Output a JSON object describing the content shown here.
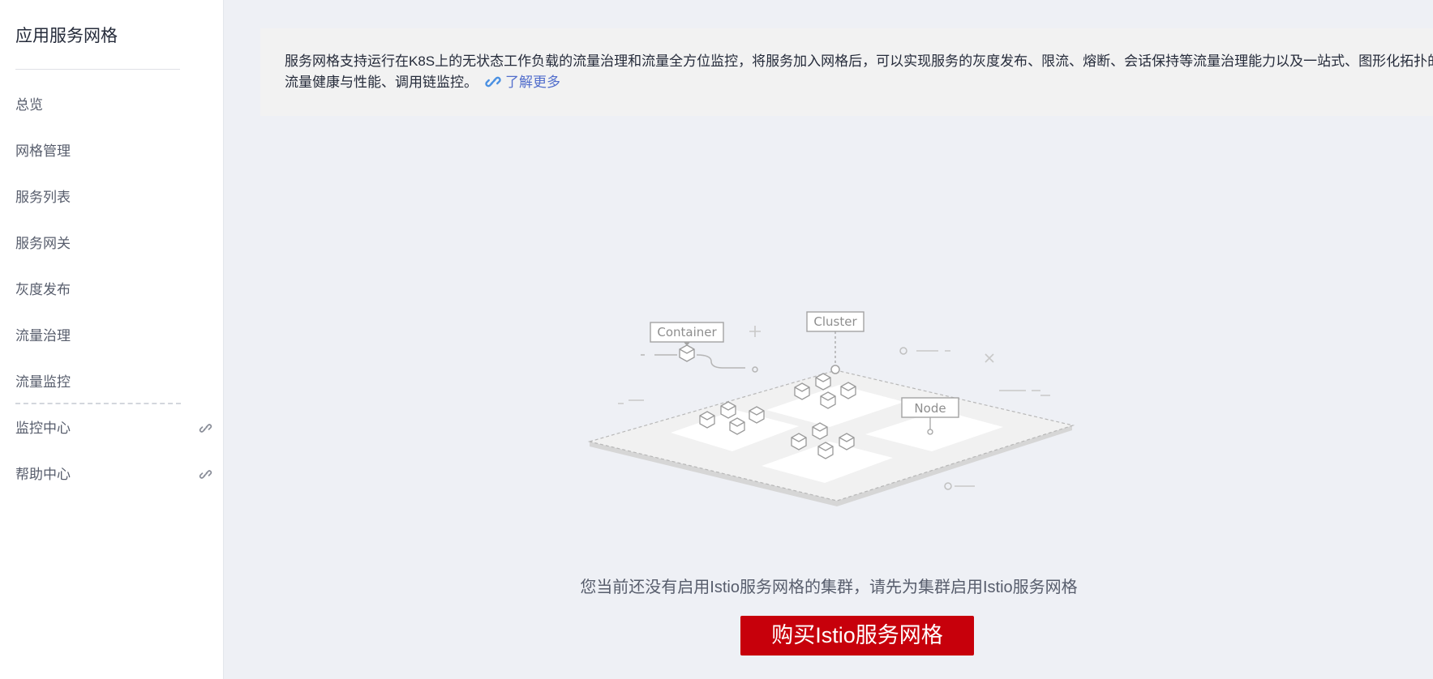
{
  "sidebar": {
    "title": "应用服务网格",
    "items": [
      {
        "label": "总览"
      },
      {
        "label": "网格管理"
      },
      {
        "label": "服务列表"
      },
      {
        "label": "服务网关"
      },
      {
        "label": "灰度发布"
      },
      {
        "label": "流量治理"
      },
      {
        "label": "流量监控"
      },
      {
        "label": "监控中心",
        "icon": "external-link-icon"
      },
      {
        "label": "帮助中心",
        "icon": "external-link-icon"
      }
    ]
  },
  "notice": {
    "text": "服务网格支持运行在K8S上的无状态工作负载的流量治理和流量全方位监控，将服务加入网格后，可以实现服务的灰度发布、限流、熔断、会话保持等流量治理能力以及一站式、图形化拓扑的流量健康与性能、调用链监控。",
    "link_label": "了解更多"
  },
  "illustration": {
    "container_label": "Container",
    "cluster_label": "Cluster",
    "node_label": "Node"
  },
  "empty_state": {
    "message": "您当前还没有启用Istio服务网格的集群，请先为集群启用Istio服务网格",
    "button_label": "购买Istio服务网格"
  },
  "colors": {
    "accent": "#c7000b",
    "link": "#526ecc",
    "background": "#eef0f5"
  }
}
